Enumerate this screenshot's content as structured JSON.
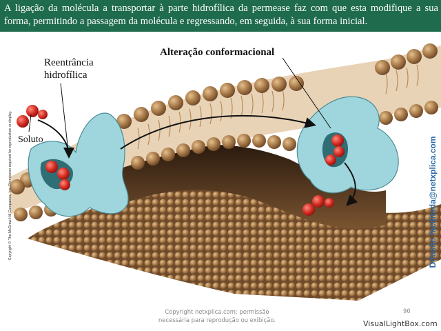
{
  "banner": {
    "text": "A ligação da molécula a transportar à parte hidrofílica da permease faz com que esta modifique a sua forma, permitindo a passagem da molécula e regressando, em seguida, à sua forma inicial."
  },
  "figure": {
    "label_reentrancia_1": "Reentrância",
    "label_reentrancia_2": "hidrofílica",
    "label_alteracao": "Alteração conformacional",
    "label_soluto": "Soluto",
    "copyright_side": "Copyright © The McGraw-Hill Companies, Inc. Permission required for reproduction or display.",
    "side_credit": "Difusão facilitada@netxplica.com"
  },
  "footer": {
    "line1": "Copyright netxplica.com: permissão",
    "line2": "necessária para reprodução ou exibição.",
    "page_number": "90",
    "watermark": "VisualLightBox.com"
  },
  "colors": {
    "banner": "#1f6b4e",
    "protein": "#9fd6dd",
    "lipid_head": "#a87a4a",
    "solute": "#d42a22",
    "side_credit": "#2d6aa8"
  }
}
